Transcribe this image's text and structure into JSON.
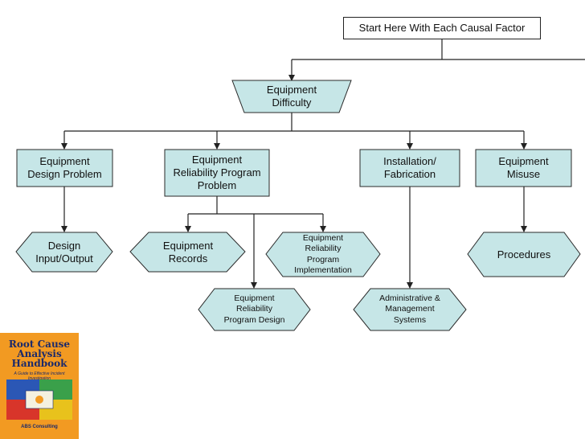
{
  "diagram": {
    "start": "Start Here With Each Causal Factor",
    "root": "Equipment\nDifficulty",
    "categories": {
      "design_problem": "Equipment\nDesign Problem",
      "reliability_problem": "Equipment\nReliability Program\nProblem",
      "installation": "Installation/\nFabrication",
      "misuse": "Equipment\nMisuse"
    },
    "subcategories": {
      "design_io": "Design\nInput/Output",
      "records": "Equipment\nRecords",
      "program_implementation": "Equipment\nReliability\nProgram\nImplementation",
      "procedures": "Procedures",
      "program_design": "Equipment\nReliability\nProgram Design",
      "admin_systems": "Administrative &\nManagement\nSystems"
    }
  },
  "book_cover": {
    "title": "Root Cause\nAnalysis\nHandbook",
    "subtitle": "A Guide to Effective Incident Investigation",
    "publisher": "ABS Consulting"
  },
  "colors": {
    "node_fill": "#c6e6e7",
    "node_stroke": "#2a2a2a",
    "connector": "#222222",
    "cover_orange": "#f29a22",
    "cover_navy": "#1b2a6b"
  }
}
